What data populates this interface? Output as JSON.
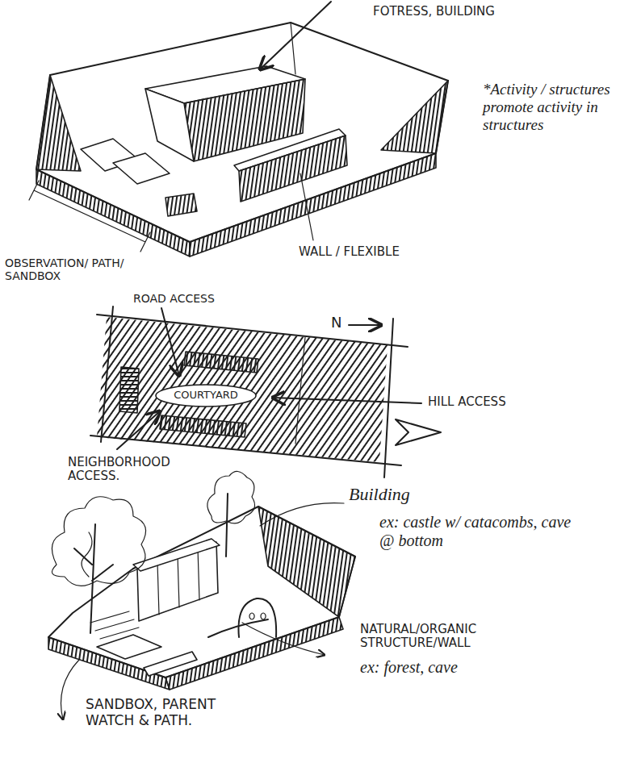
{
  "diagram": {
    "nodes": [
      {
        "text": [
          "COURTYARD"
        ]
      }
    ],
    "labels": [
      "FOTRESS, BUILDING",
      "*Activity / structures promote activity in structures",
      "WALL / FLEXIBLE",
      "OBSERVATION/ PATH/ SANDBOX",
      "ROAD ACCESS",
      "N",
      "HILL ACCESS",
      "NEIGHBORHOOD ACCESS.",
      "Building",
      "ex: castle w/ catacombs, cave @ bottom",
      "NATURAL/ORGANIC STRUCTURE/WALL",
      "ex: forest, cave",
      "SANDBOX, PARENT WATCH & PATH."
    ]
  }
}
